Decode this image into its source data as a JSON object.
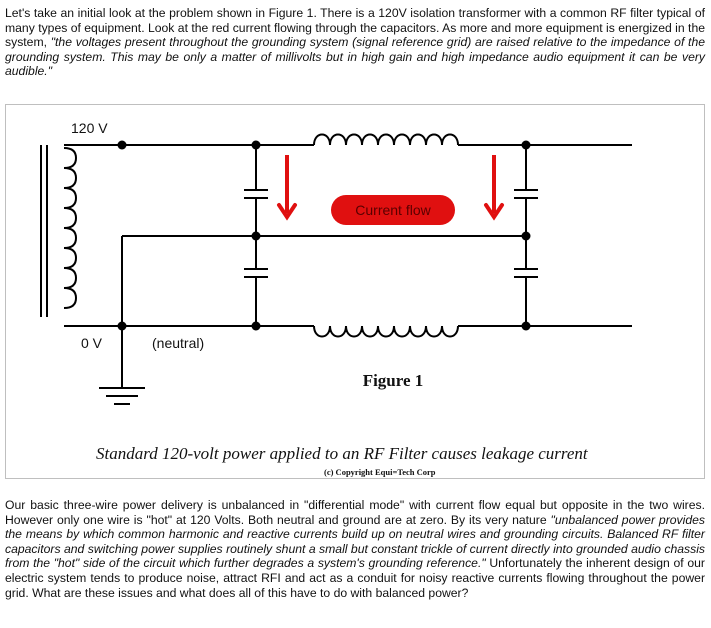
{
  "intro": {
    "lead": "Let's take an initial look at the problem shown in Figure 1. There is a 120V isolation transformer with a common RF filter typical of many types of equipment. Look at the red current flowing through the capacitors. As more and more equipment is energized in the system, ",
    "quote": "\"the voltages present throughout the grounding system (signal reference grid) are raised relative to the impedance of the grounding system. This may be only a matter of millivolts but in high gain and high impedance audio equipment it can be very audible.\""
  },
  "figure": {
    "label_120v": "120 V",
    "label_0v": "0 V",
    "label_neutral": "(neutral)",
    "current_label": "Current flow",
    "figure_title": "Figure 1",
    "caption": "Standard 120-volt power applied to an RF Filter causes leakage current",
    "copyright": "(c) Copyright Equi=Tech Corp",
    "colors": {
      "arrow": "#e01010",
      "pill": "#e01010",
      "wire": "#000000"
    }
  },
  "body": {
    "lead": "Our basic three-wire power delivery is unbalanced in \"differential mode\" with current flow equal but opposite in the two wires. However only one wire is \"hot\" at 120 Volts. Both neutral and ground are at zero. By its very nature ",
    "quote": "\"unbalanced power provides the means by which common harmonic and reactive currents build up on neutral wires and grounding circuits. Balanced RF filter capacitors and switching power supplies routinely shunt a small but constant trickle of current directly into grounded audio chassis from the \"hot\" side of the circuit which further degrades a system's grounding reference.\"",
    "tail": " Unfortunately the inherent design of our electric system tends to produce noise, attract RFI and act as a conduit for noisy reactive currents flowing throughout the power grid. What are these issues and what does all of this have to do with balanced power?"
  }
}
